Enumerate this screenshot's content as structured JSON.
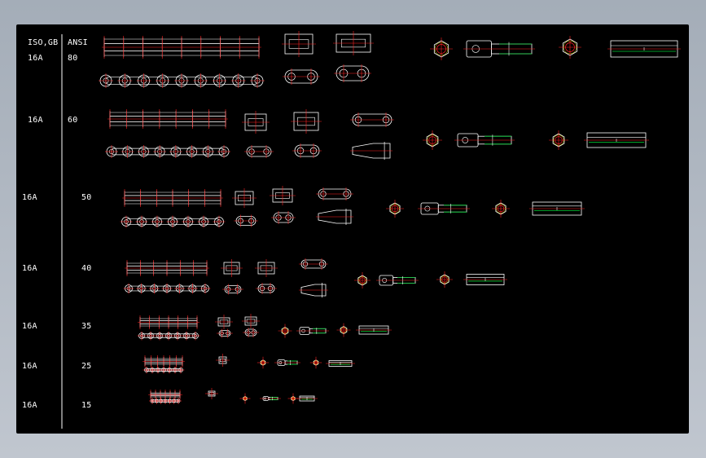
{
  "header": {
    "iso_label": "ISO,GB",
    "ansi_label": "ANSI"
  },
  "rows": [
    {
      "iso": "16A",
      "ansi": "80"
    },
    {
      "iso": "16A",
      "ansi": "60"
    },
    {
      "iso": "16A",
      "ansi": "50"
    },
    {
      "iso": "16A",
      "ansi": "40"
    },
    {
      "iso": "16A",
      "ansi": "35"
    },
    {
      "iso": "16A",
      "ansi": "25"
    },
    {
      "iso": "16A",
      "ansi": "15"
    }
  ],
  "colors": {
    "background": "#000000",
    "outline": "#ffffff",
    "center_line": "#ff2020",
    "accent_line": "#00cc33",
    "frame": "#b4bcc6"
  },
  "drawing_parts": [
    "chain-top-view",
    "chain-side-view",
    "inner-link",
    "outer-link",
    "connecting-plate",
    "offset-link",
    "hex-nut",
    "pin-bolt",
    "hex-head",
    "bushing-sleeve"
  ]
}
